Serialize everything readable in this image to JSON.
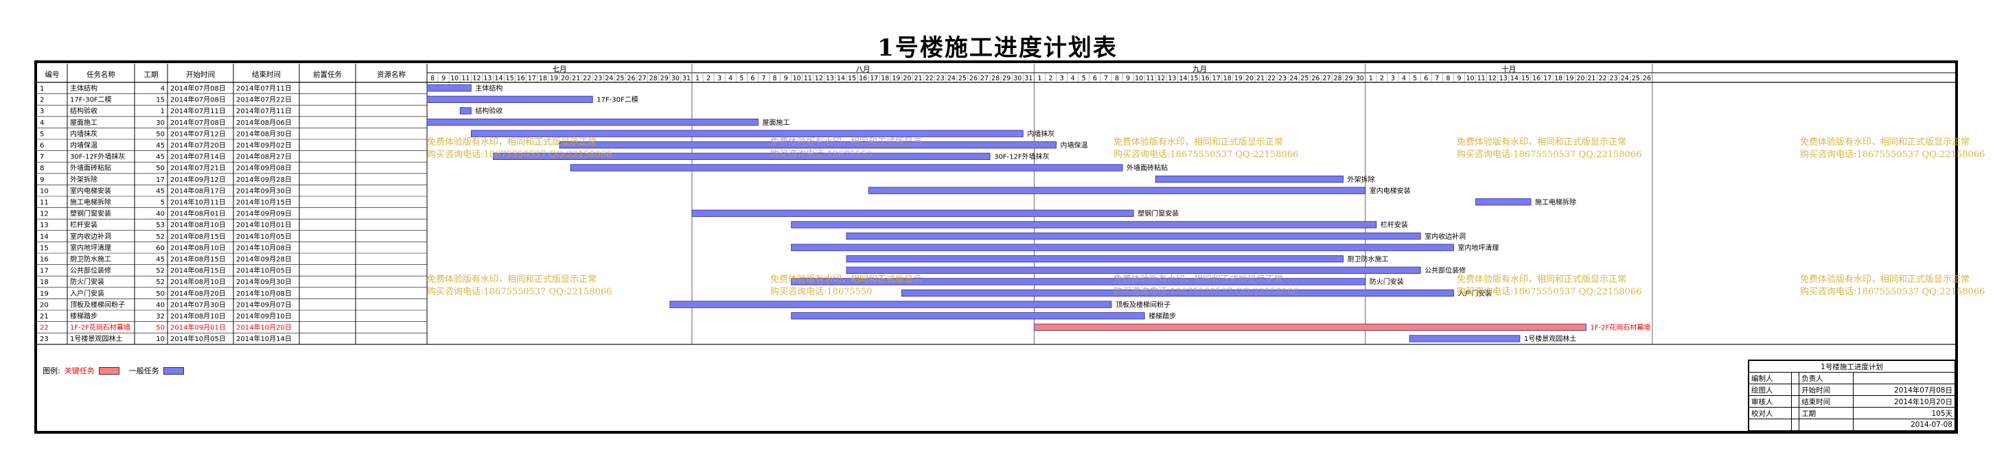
{
  "title": "1号楼施工进度计划表",
  "columns": [
    "编号",
    "任务名称",
    "工期",
    "开始时间",
    "结束时间",
    "前置任务",
    "资源名称"
  ],
  "timeline": {
    "months": [
      {
        "label": "七月",
        "days": [
          "8",
          "9",
          "10",
          "11",
          "12",
          "13",
          "14",
          "15",
          "16",
          "17",
          "18",
          "19",
          "20",
          "21",
          "22",
          "23",
          "24",
          "25",
          "26",
          "27",
          "28",
          "29",
          "30",
          "31"
        ]
      },
      {
        "label": "八月",
        "days": [
          "1",
          "2",
          "3",
          "4",
          "5",
          "6",
          "7",
          "8",
          "9",
          "10",
          "11",
          "12",
          "13",
          "14",
          "15",
          "16",
          "17",
          "18",
          "19",
          "20",
          "21",
          "22",
          "23",
          "24",
          "25",
          "26",
          "27",
          "28",
          "29",
          "30",
          "31"
        ]
      },
      {
        "label": "九月",
        "days": [
          "1",
          "2",
          "3",
          "4",
          "5",
          "6",
          "7",
          "8",
          "9",
          "10",
          "11",
          "12",
          "13",
          "14",
          "15",
          "16",
          "17",
          "18",
          "19",
          "20",
          "21",
          "22",
          "23",
          "24",
          "25",
          "26",
          "27",
          "28",
          "29",
          "30"
        ]
      },
      {
        "label": "十月",
        "days": [
          "1",
          "2",
          "3",
          "4",
          "5",
          "6",
          "7",
          "8",
          "9",
          "10",
          "11",
          "12",
          "13",
          "14",
          "15",
          "16",
          "17",
          "18",
          "19",
          "20",
          "21",
          "22",
          "23",
          "24",
          "25",
          "26"
        ]
      }
    ],
    "start_date": "2014-07-08"
  },
  "colors": {
    "critical": "#ff7f7f",
    "normal": "#7b7bf0",
    "critical_text": "#ff0000",
    "watermark": "#d2a928"
  },
  "chart_data": {
    "type": "gantt",
    "tasks": [
      {
        "id": "1",
        "name": "主体结构",
        "duration": "4",
        "start": "2014年07月08日",
        "end": "2014年07月11日",
        "start_date": "2014-07-08",
        "end_date": "2014-07-11",
        "critical": false
      },
      {
        "id": "2",
        "name": "17F-30F二模",
        "duration": "15",
        "start": "2014年07月08日",
        "end": "2014年07月22日",
        "start_date": "2014-07-08",
        "end_date": "2014-07-22",
        "critical": false
      },
      {
        "id": "3",
        "name": "结构验收",
        "duration": "1",
        "start": "2014年07月11日",
        "end": "2014年07月11日",
        "start_date": "2014-07-11",
        "end_date": "2014-07-11",
        "critical": false
      },
      {
        "id": "4",
        "name": "屋面施工",
        "duration": "30",
        "start": "2014年07月08日",
        "end": "2014年08月06日",
        "start_date": "2014-07-08",
        "end_date": "2014-08-06",
        "critical": false
      },
      {
        "id": "5",
        "name": "内墙抹灰",
        "duration": "50",
        "start": "2014年07月12日",
        "end": "2014年08月30日",
        "start_date": "2014-07-12",
        "end_date": "2014-08-30",
        "critical": false
      },
      {
        "id": "6",
        "name": "内墙保温",
        "duration": "45",
        "start": "2014年07月20日",
        "end": "2014年09月02日",
        "start_date": "2014-07-20",
        "end_date": "2014-09-02",
        "critical": false
      },
      {
        "id": "7",
        "name": "30F-12F外墙抹灰",
        "duration": "45",
        "start": "2014年07月14日",
        "end": "2014年08月27日",
        "start_date": "2014-07-14",
        "end_date": "2014-08-27",
        "critical": false
      },
      {
        "id": "8",
        "name": "外墙面砖粘贴",
        "duration": "50",
        "start": "2014年07月21日",
        "end": "2014年09月08日",
        "start_date": "2014-07-21",
        "end_date": "2014-09-08",
        "critical": false
      },
      {
        "id": "9",
        "name": "外架拆除",
        "duration": "17",
        "start": "2014年09月12日",
        "end": "2014年09月28日",
        "start_date": "2014-09-12",
        "end_date": "2014-09-28",
        "critical": false
      },
      {
        "id": "10",
        "name": "室内电梯安装",
        "duration": "45",
        "start": "2014年08月17日",
        "end": "2014年09月30日",
        "start_date": "2014-08-17",
        "end_date": "2014-09-30",
        "critical": false
      },
      {
        "id": "11",
        "name": "施工电梯拆除",
        "duration": "5",
        "start": "2014年10月11日",
        "end": "2014年10月15日",
        "start_date": "2014-10-11",
        "end_date": "2014-10-15",
        "critical": false
      },
      {
        "id": "12",
        "name": "塑钢门窗安装",
        "duration": "40",
        "start": "2014年08月01日",
        "end": "2014年09月09日",
        "start_date": "2014-08-01",
        "end_date": "2014-09-09",
        "critical": false
      },
      {
        "id": "13",
        "name": "栏杆安装",
        "duration": "53",
        "start": "2014年08月10日",
        "end": "2014年10月01日",
        "start_date": "2014-08-10",
        "end_date": "2014-10-01",
        "critical": false
      },
      {
        "id": "14",
        "name": "室内收边补洞",
        "duration": "52",
        "start": "2014年08月15日",
        "end": "2014年10月05日",
        "start_date": "2014-08-15",
        "end_date": "2014-10-05",
        "critical": false
      },
      {
        "id": "15",
        "name": "室内地坪清理",
        "duration": "60",
        "start": "2014年08月10日",
        "end": "2014年10月08日",
        "start_date": "2014-08-10",
        "end_date": "2014-10-08",
        "critical": false
      },
      {
        "id": "16",
        "name": "厨卫防水施工",
        "duration": "45",
        "start": "2014年08月15日",
        "end": "2014年09月28日",
        "start_date": "2014-08-15",
        "end_date": "2014-09-28",
        "critical": false
      },
      {
        "id": "17",
        "name": "公共部位装修",
        "duration": "52",
        "start": "2014年08月15日",
        "end": "2014年10月05日",
        "start_date": "2014-08-15",
        "end_date": "2014-10-05",
        "critical": false
      },
      {
        "id": "18",
        "name": "防火门安装",
        "duration": "52",
        "start": "2014年08月10日",
        "end": "2014年09月30日",
        "start_date": "2014-08-10",
        "end_date": "2014-09-30",
        "critical": false
      },
      {
        "id": "19",
        "name": "入户门安装",
        "duration": "50",
        "start": "2014年08月20日",
        "end": "2014年10月08日",
        "start_date": "2014-08-20",
        "end_date": "2014-10-08",
        "critical": false
      },
      {
        "id": "20",
        "name": "顶板及楼梯间粉子",
        "duration": "40",
        "start": "2014年07月30日",
        "end": "2014年09月07日",
        "start_date": "2014-07-30",
        "end_date": "2014-09-07",
        "critical": false
      },
      {
        "id": "21",
        "name": "楼梯踏步",
        "duration": "32",
        "start": "2014年08月10日",
        "end": "2014年09月10日",
        "start_date": "2014-08-10",
        "end_date": "2014-09-10",
        "critical": false
      },
      {
        "id": "22",
        "name": "1F-2F花岗石材幕墙",
        "duration": "50",
        "start": "2014年09月01日",
        "end": "2014年10月20日",
        "start_date": "2014-09-01",
        "end_date": "2014-10-20",
        "critical": true
      },
      {
        "id": "23",
        "name": "1号楼景观园林土",
        "duration": "10",
        "start": "2014年10月05日",
        "end": "2014年10月14日",
        "start_date": "2014-10-05",
        "end_date": "2014-10-14",
        "critical": false
      }
    ]
  },
  "watermark": {
    "line1": "免费体验版有水印，相同和正式版显示正常",
    "line2": "购买咨询电话:18675550537 QQ:22158066",
    "line1_partial": "免费体验版有水印，相同和正式版显示",
    "line2_partial": "购买咨询电话:18675550",
    "line1_edge": "免费体验版有水印，相同和正式版显示正常",
    "line2_edge": "购买咨询电话:18675550537 QQ:22158066"
  },
  "legend": {
    "label": "图例:",
    "critical": "关键任务",
    "normal": "一般任务"
  },
  "info_box": {
    "title": "1号楼施工进度计划",
    "rows": [
      [
        "编制人",
        "",
        "负责人",
        ""
      ],
      [
        "绘图人",
        "",
        "开始时间",
        "2014年07月08日"
      ],
      [
        "审核人",
        "",
        "结束时间",
        "2014年10月20日"
      ],
      [
        "校对人",
        "",
        "工期",
        "105天"
      ],
      [
        "",
        "",
        "",
        "2014-07-08"
      ]
    ]
  }
}
